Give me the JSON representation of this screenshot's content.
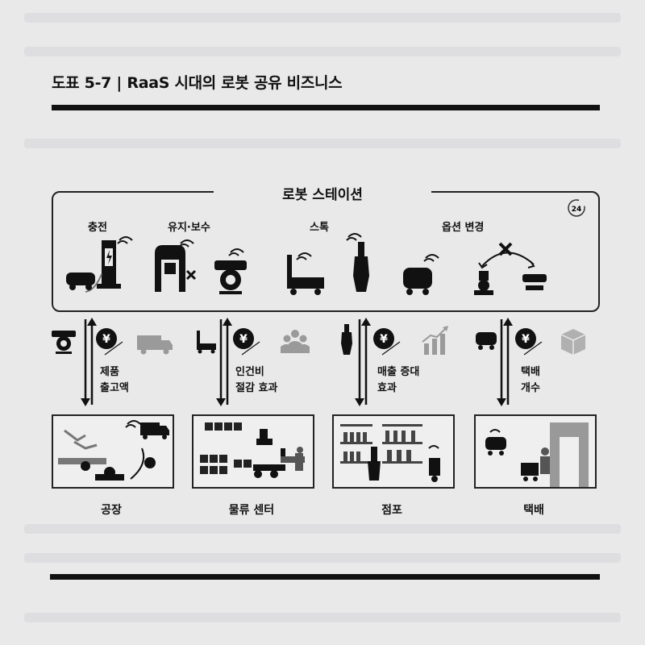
{
  "figure": {
    "title": "도표 5-7 | RaaS 시대의 로봇 공유 비즈니스",
    "station_title": "로봇 스테이션",
    "functions": [
      "충전",
      "유지·보수",
      "스톡",
      "옵션 변경"
    ],
    "benefits": [
      {
        "line1": "제품",
        "line2": "출고액"
      },
      {
        "line1": "인건비",
        "line2": "절감 효과"
      },
      {
        "line1": "매출 증대",
        "line2": "효과"
      },
      {
        "line1": "택배",
        "line2": "개수"
      }
    ],
    "destinations": [
      "공장",
      "물류 센터",
      "점포",
      "택배"
    ],
    "badge_24": "24",
    "yen_symbol": "¥"
  },
  "colors": {
    "ink": "#111111",
    "gray": "#9a9a9a",
    "paper": "#e9e9ea"
  },
  "icons": [
    "charger-icon",
    "robot-cart-icon",
    "gate-robot-icon",
    "tool-icon",
    "round-robot-icon",
    "arm-robot-icon",
    "tower-robot-icon",
    "delivery-robot-icon",
    "options-icon",
    "yen-coin-icon",
    "truck-icon",
    "people-icon",
    "chart-icon",
    "package-icon",
    "clock24-icon"
  ]
}
